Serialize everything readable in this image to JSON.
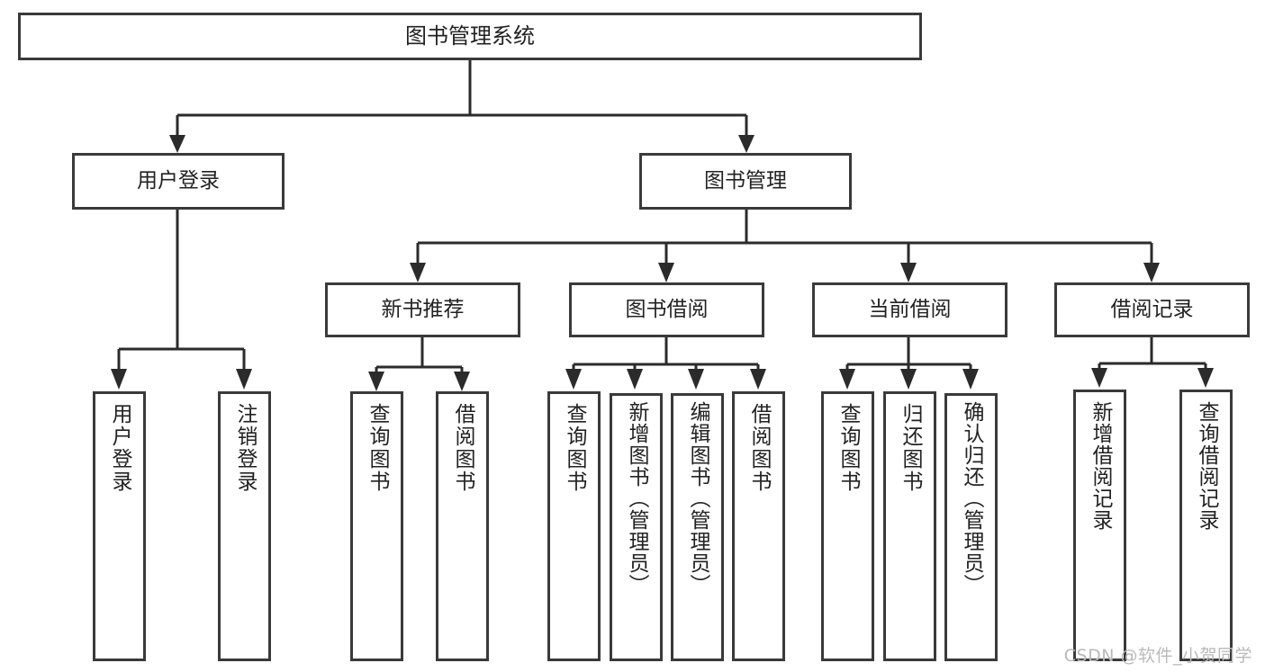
{
  "diagram": {
    "title": "图书管理系统",
    "type": "tree",
    "watermark": "CSDN @软件_小贺同学",
    "colors": {
      "box_border": "#3a3a3a",
      "box_fill": "#ffffff",
      "connector": "#2b2b2b",
      "text": "#222222",
      "watermark": "#b9b9b9"
    },
    "nodes": {
      "root": {
        "label": "图书管理系统"
      },
      "level2": [
        {
          "label": "用户登录"
        },
        {
          "label": "图书管理"
        }
      ],
      "level3": [
        {
          "label": "新书推荐"
        },
        {
          "label": "图书借阅"
        },
        {
          "label": "当前借阅"
        },
        {
          "label": "借阅记录"
        }
      ],
      "leaves": {
        "user_login": [
          {
            "label": "用户登录"
          },
          {
            "label": "注销登录"
          }
        ],
        "new_book": [
          {
            "label": "查询图书"
          },
          {
            "label": "借阅图书"
          }
        ],
        "book_borrow": [
          {
            "label": "查询图书"
          },
          {
            "label": "新增图书（管理员）"
          },
          {
            "label": "编辑图书（管理员）"
          },
          {
            "label": "借阅图书"
          }
        ],
        "current_borrow": [
          {
            "label": "查询图书"
          },
          {
            "label": "归还图书"
          },
          {
            "label": "确认归还（管理员）"
          }
        ],
        "borrow_record": [
          {
            "label": "新增借阅记录"
          },
          {
            "label": "查询借阅记录"
          }
        ]
      }
    }
  }
}
